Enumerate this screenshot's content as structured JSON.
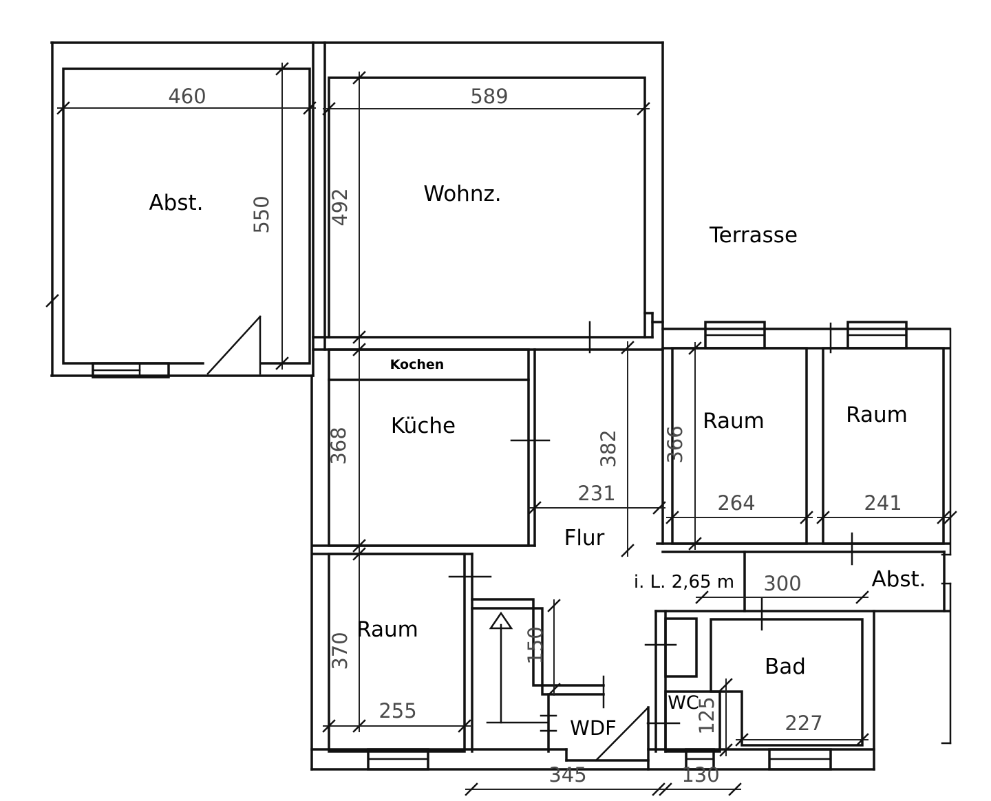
{
  "rooms": {
    "abst_top_left": "Abst.",
    "wohnz": "Wohnz.",
    "terrasse": "Terrasse",
    "kochen": "Kochen",
    "kueche": "Küche",
    "raum_right_1": "Raum",
    "raum_right_2": "Raum",
    "flur": "Flur",
    "raum_bottom_left": "Raum",
    "abst_bottom_right": "Abst.",
    "bad": "Bad",
    "wc": "WC",
    "wdf": "WDF"
  },
  "dims": {
    "abst_tl_width": "460",
    "abst_tl_height": "550",
    "wohnz_width": "589",
    "wohnz_height": "492",
    "kueche_height": "368",
    "flur_width": "231",
    "flur_height": "382",
    "raum_r1_height": "366",
    "raum_r1_width": "264",
    "raum_r2_width": "241",
    "raum_bl_height": "370",
    "raum_bl_width": "255",
    "stair_recess": "150",
    "abst_br_width": "300",
    "bad_width": "227",
    "wc_height": "125",
    "entry_width": "345",
    "wc_width": "130"
  },
  "annotations": {
    "clearance": "i. L. 2,65 m"
  },
  "colors": {
    "walls": "#111111",
    "dimension_text": "#4a4a4a",
    "background": "#ffffff"
  }
}
